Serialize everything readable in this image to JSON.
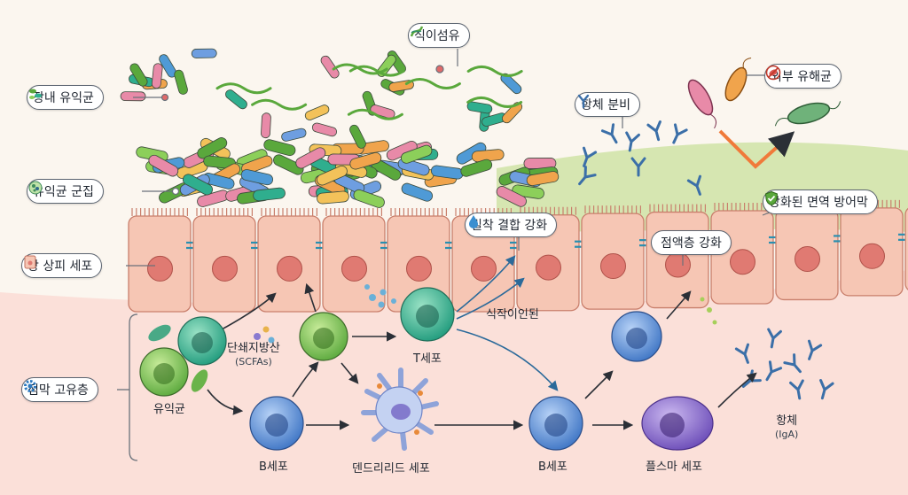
{
  "labels": {
    "dietary_fiber": "식이섬유",
    "gut_flora": "장내 유익균",
    "probiotic_colony": "유익균 군집",
    "epithelial_cell": "장 상피 세포",
    "lamina_propria": "점막 고유층",
    "antibody_secretion": "항체 분비",
    "external_pathogen": "외부 유해균",
    "enhanced_defense": "강화된 면역 방어막",
    "tight_junction": "밀착 결합 강화",
    "mucus_layer": "점액층 강화",
    "phagocytosis": "식작이인된",
    "scfa": "단쇄지방산",
    "scfa_sub": "(SCFAs)",
    "t_cell": "T세포",
    "probiotics": "유익균",
    "b_cell_left": "B세포",
    "dendritic_cell": "덴드리리드 세포",
    "b_cell_right": "B세포",
    "plasma_cell": "플스마 세포",
    "antibody": "항체",
    "antibody_sub": "(IgA)"
  },
  "colors": {
    "epithelium": "#f6c6b4",
    "nucleus": "#e07a72",
    "lamina": "#fbe2dc",
    "mucus": "#cfe3a6",
    "t_cell": "#2fae8e",
    "b_cell": "#5a8fd6",
    "plasma": "#7b5cc4",
    "dendritic": "#b9c8ee",
    "antibody": "#3b6fa8",
    "pathogen": "#d9534f"
  },
  "icons": {
    "dietary_fiber": "fiber-icon",
    "gut_flora": "bacteria-icon",
    "probiotic_colony": "colony-icon",
    "epithelial_cell": "cell-icon",
    "lamina_propria": "gear-icon",
    "antibody_secretion": "antibody-icon",
    "external_pathogen": "no-bacteria-icon",
    "enhanced_defense": "shield-check-icon",
    "tight_junction": "water-drop-icon"
  }
}
